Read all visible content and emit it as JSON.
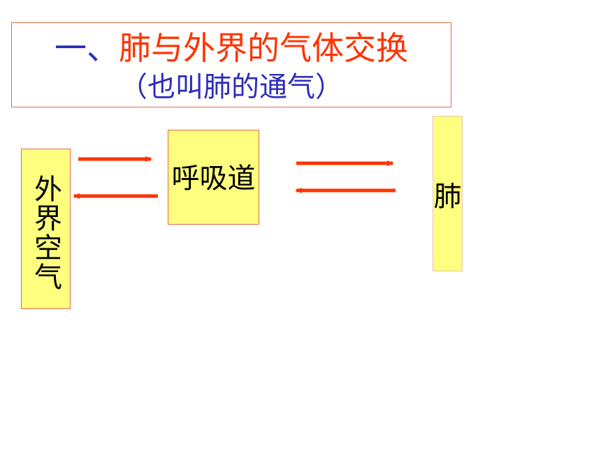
{
  "title": {
    "prefix": "一、",
    "main": "肺与外界的气体交换",
    "subtitle": "（也叫肺的通气）"
  },
  "nodes": {
    "outside_air": "外界空气",
    "airway": "呼吸道",
    "lung": "肺"
  },
  "colors": {
    "title_blue": "#2d2db8",
    "title_red": "#ff3300",
    "box_fill": "#ffff7f",
    "box_border": "#e26a4a",
    "arrow": "#ff3300"
  }
}
